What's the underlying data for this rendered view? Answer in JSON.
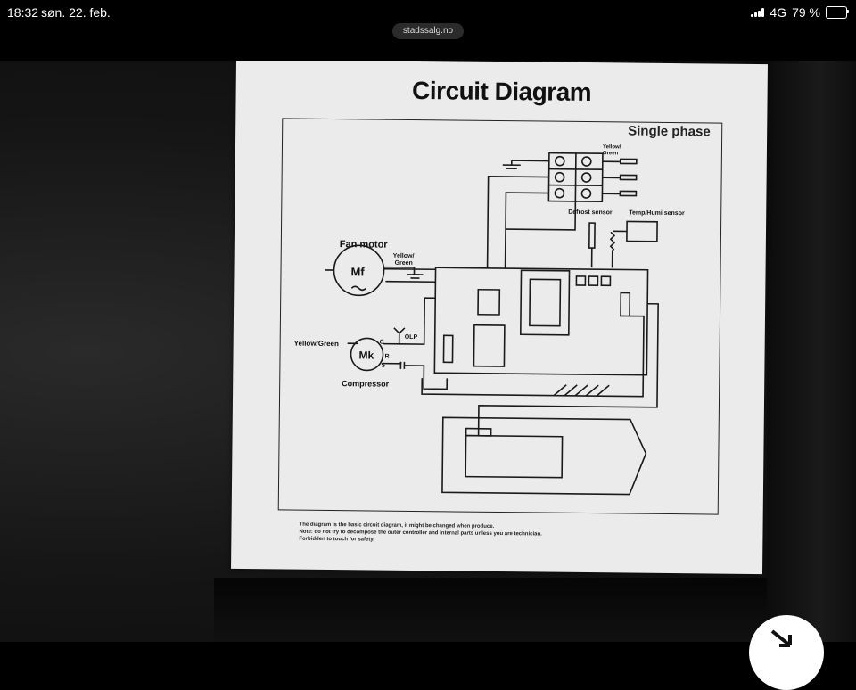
{
  "status_bar": {
    "time": "18:32",
    "date": "søn. 22. feb.",
    "network": "4G",
    "battery": "79 %",
    "battery_level": 0.79,
    "icons": [
      "signal-icon",
      "battery-icon"
    ]
  },
  "browser": {
    "url": "stadssalg.no"
  },
  "diagram": {
    "title": "Circuit Diagram",
    "phase": "Single phase",
    "labels": {
      "fan_motor": "Fan motor",
      "fan_symbol": "Mf",
      "yellow_green_top": "Yellow/\nGreen",
      "yellow_green_fan": "Yellow/\nGreen",
      "yellow_green_comp": "Yellow/Green",
      "compressor": "Compressor",
      "compressor_symbol": "Mk",
      "defrost_sensor": "Defrost sensor",
      "temp_humi_sensor": "Temp/Humi sensor",
      "olp": "OLP",
      "c": "C",
      "r": "R",
      "s": "S"
    },
    "footnote": [
      "The diagram is the basic circuit diagram, it might be changed when produce.",
      "Note: do not try to decompose the outer controller and internal parts unless you are technician.",
      "Forbidden to touch for safety."
    ]
  },
  "colors": {
    "background": "#000000",
    "card": "#ebebeb",
    "ink": "#111111"
  }
}
